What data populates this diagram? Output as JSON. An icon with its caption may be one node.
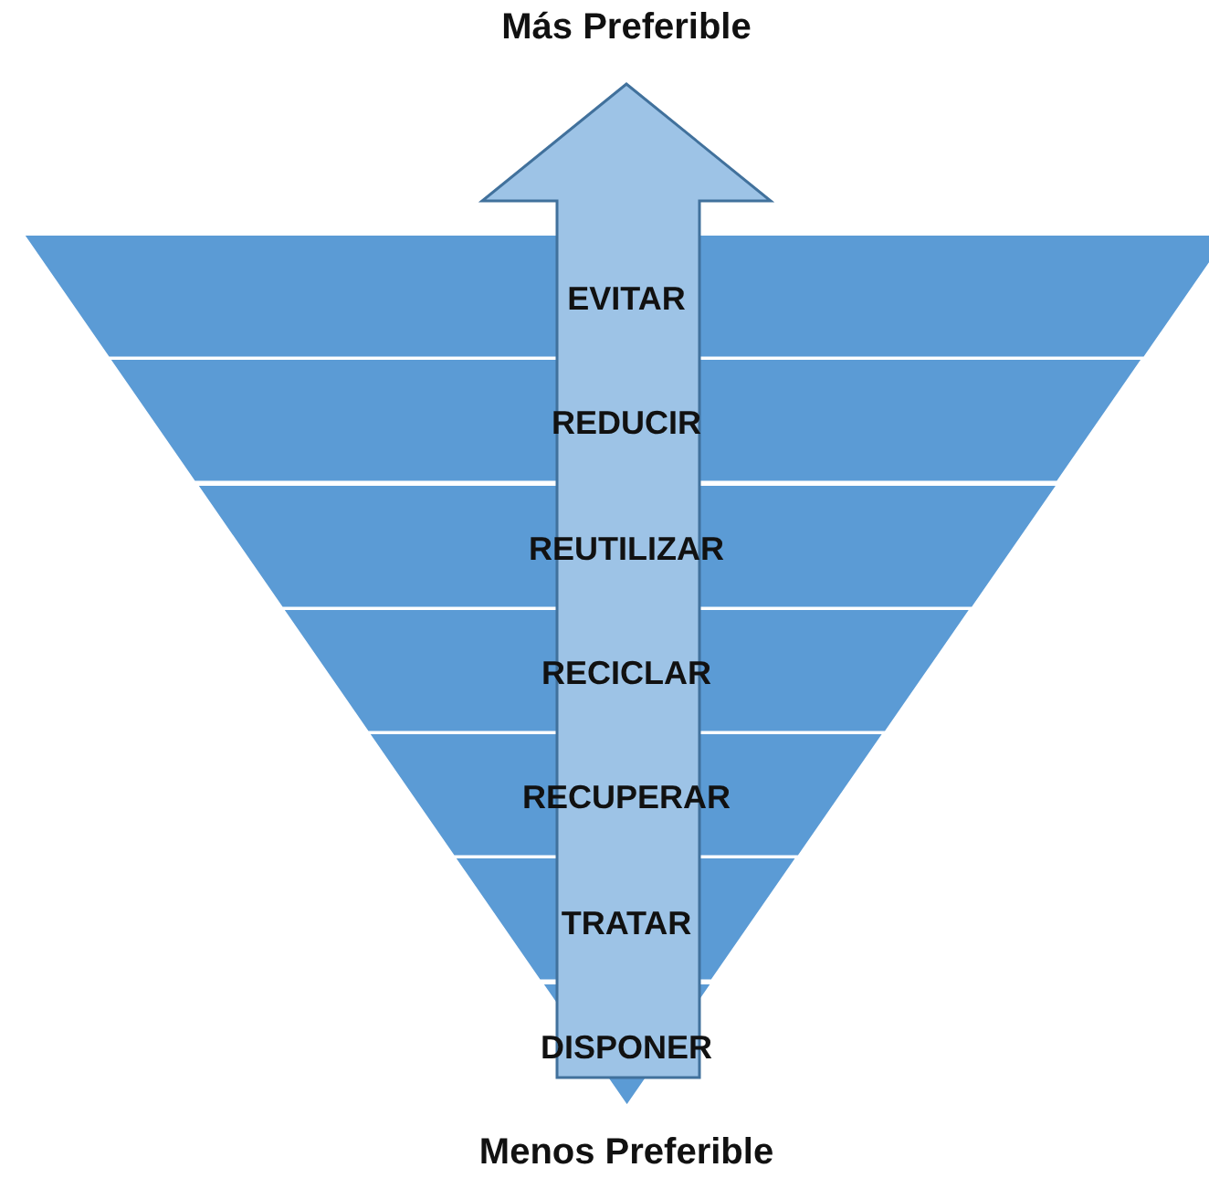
{
  "diagram": {
    "nodes": [
      {
        "text": [
          "EVITAR"
        ]
      },
      {
        "text": [
          "REDUCIR"
        ]
      },
      {
        "text": [
          "REUTILIZAR"
        ]
      },
      {
        "text": [
          "RECICLAR"
        ]
      },
      {
        "text": [
          "RECUPERAR"
        ]
      },
      {
        "text": [
          "TRATAR"
        ]
      },
      {
        "text": [
          "DISPONER"
        ]
      }
    ],
    "labels": [
      "Más Preferible",
      "Menos Preferible"
    ]
  }
}
